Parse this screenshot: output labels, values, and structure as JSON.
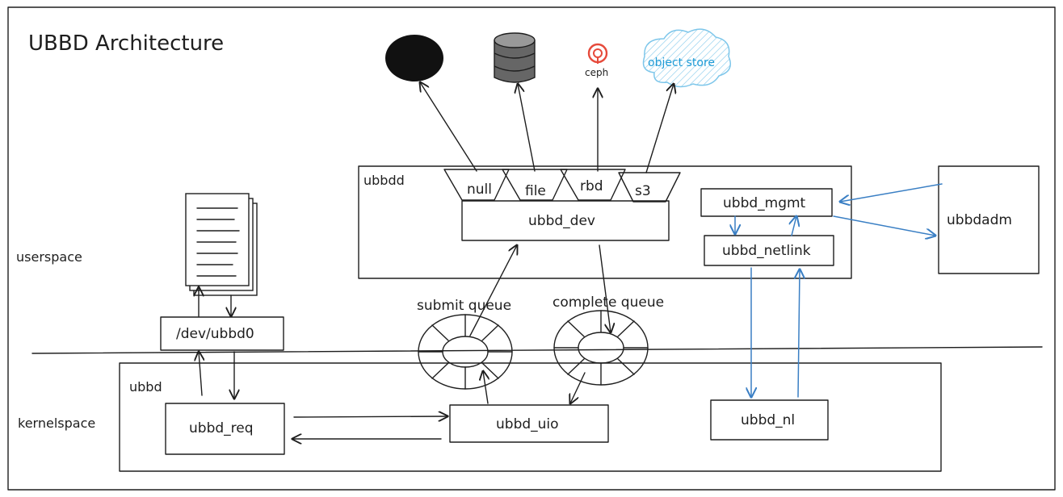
{
  "title": "UBBD Architecture",
  "regions": {
    "userspace": "userspace",
    "kernelspace": "kernelspace"
  },
  "ubbdd": {
    "label": "ubbdd",
    "backends": [
      "null",
      "file",
      "rbd",
      "s3"
    ],
    "dev": "ubbd_dev",
    "mgmt": "ubbd_mgmt",
    "netlink": "ubbd_netlink"
  },
  "ubbdadm": "ubbdadm",
  "devnode": "/dev/ubbd0",
  "queues": {
    "submit": "submit queue",
    "complete": "complete queue"
  },
  "kernel": {
    "label": "ubbd",
    "req": "ubbd_req",
    "uio": "ubbd_uio",
    "nl": "ubbd_nl"
  },
  "storage": {
    "ceph_label": "ceph",
    "object_store_label": "object store"
  },
  "colors": {
    "stroke": "#1e1e1e",
    "accent_blue": "#3a7fc4",
    "ceph_red": "#e64a3b",
    "cloud_fill": "#bfe3f5",
    "cloud_text": "#1f9bd6"
  }
}
